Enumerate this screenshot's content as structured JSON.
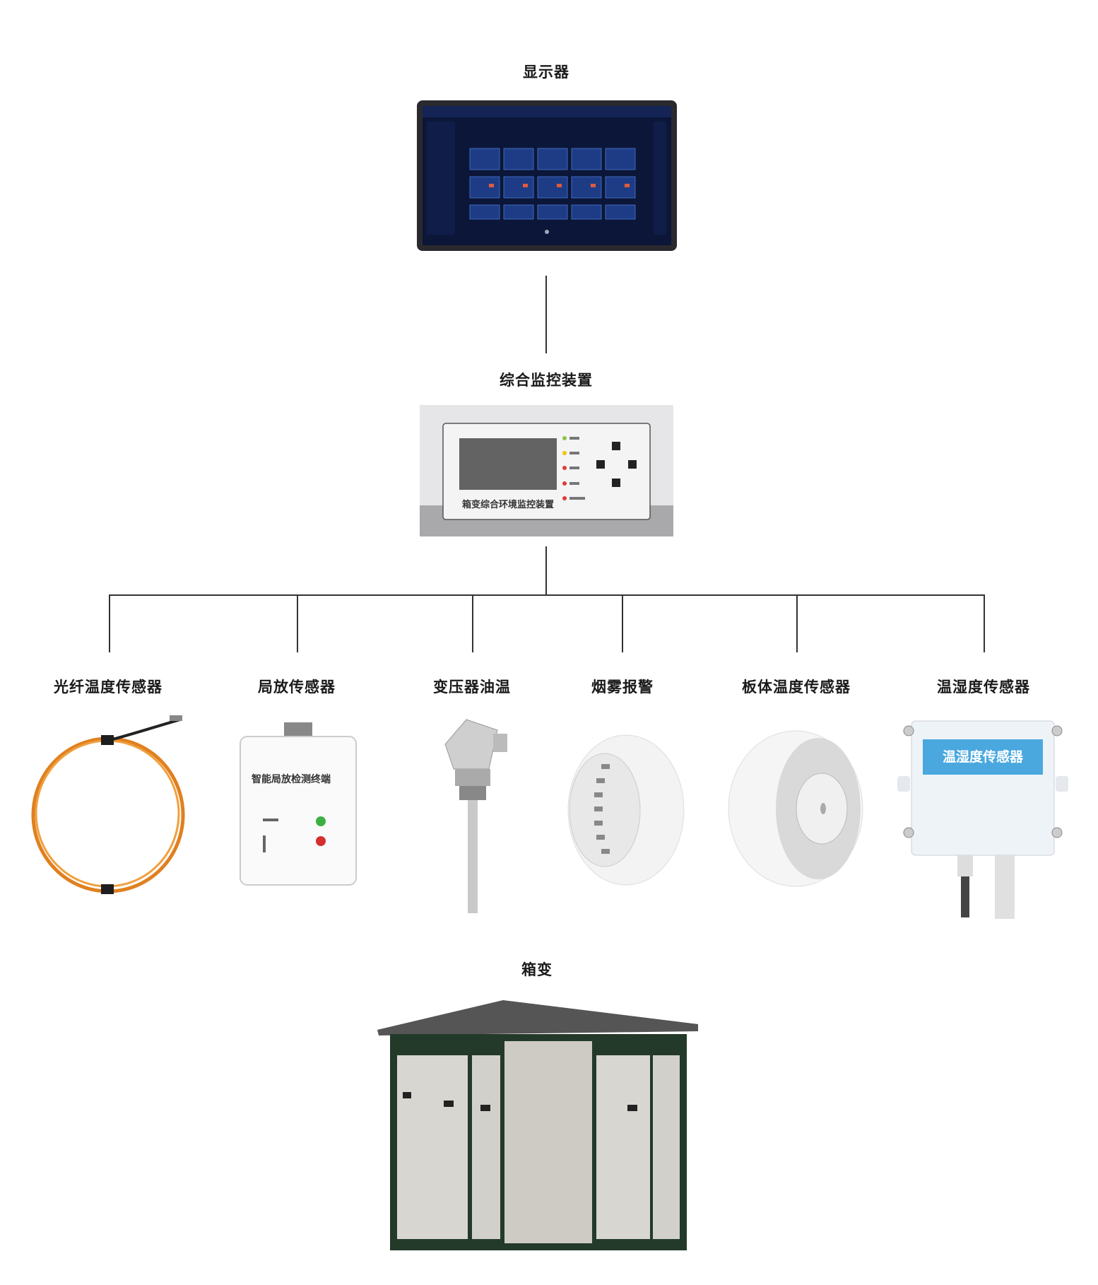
{
  "top": {
    "display_label": "显示器"
  },
  "middle": {
    "controller_label": "综合监控装置",
    "controller_panel_text": "箱变综合环境监控装置"
  },
  "sensors": [
    {
      "label": "光纤温度传感器"
    },
    {
      "label": "局放传感器",
      "device_text": "智能局放检测终端"
    },
    {
      "label": "变压器油温"
    },
    {
      "label": "烟雾报警"
    },
    {
      "label": "板体温度传感器"
    },
    {
      "label": "温湿度传感器",
      "device_text": "温湿度传感器"
    }
  ],
  "bottom": {
    "box_label": "箱变"
  }
}
